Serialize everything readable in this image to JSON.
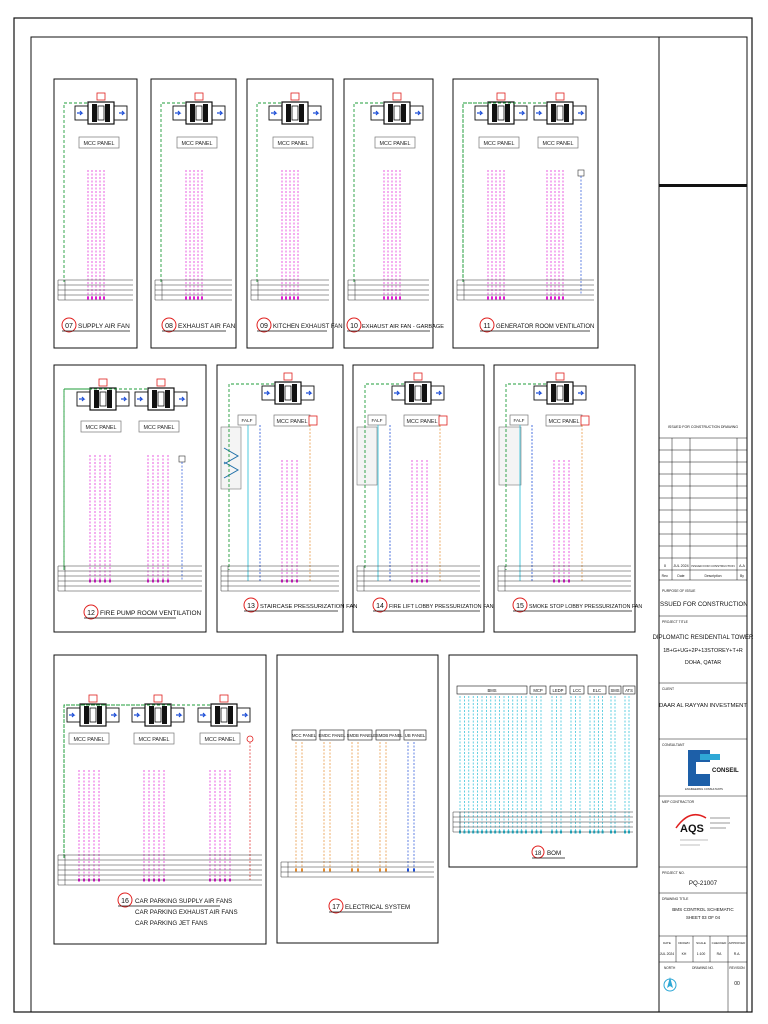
{
  "panel_label": "MCC PANEL",
  "falf_label": "FALF",
  "panels": [
    {
      "num": "07",
      "title": "SUPPLY AIR FAN",
      "fans": 1
    },
    {
      "num": "08",
      "title": "EXHAUST AIR FAN",
      "fans": 1
    },
    {
      "num": "09",
      "title": "KITCHEN EXHAUST FAN",
      "fans": 1
    },
    {
      "num": "10",
      "title": "EXHAUST AIR FAN - GARBAGE",
      "fans": 1
    },
    {
      "num": "11",
      "title": "GENERATOR ROOM VENTILATION",
      "fans": 2
    },
    {
      "num": "12",
      "title": "FIRE PUMP ROOM VENTILATION",
      "fans": 2
    },
    {
      "num": "13",
      "title": "STAIRCASE PRESSURIZATION FAN",
      "fans": 1
    },
    {
      "num": "14",
      "title": "FIRE LIFT LOBBY PRESSURIZATION FAN",
      "fans": 1
    },
    {
      "num": "15",
      "title": "SMOKE STOP LOBBY PRESSURIZATION FAN",
      "fans": 1
    },
    {
      "num": "16",
      "title": "CAR PARKING SUPPLY AIR FANS",
      "title2": "CAR PARKING EXHAUST AIR FANS",
      "title3": "CAR PARKING JET FANS",
      "fans": 3
    },
    {
      "num": "17",
      "title": "ELECTRICAL SYSTEM"
    },
    {
      "num": "18",
      "title": "BOM"
    }
  ],
  "electrical_panels": [
    "MCC PANEL",
    "EMDC PANEL",
    "SMDB PANEL",
    "ESMDB PANEL",
    "UB PANEL"
  ],
  "bom_headers": [
    "BMS",
    "MCP",
    "LEDP",
    "LCC",
    "ELC",
    "SMS",
    "ATS"
  ],
  "signal_labels": [],
  "title_block": {
    "revision_note": "ISSUED FOR CONSTRUCTION DRAWING",
    "rev_row": {
      "rev": "0",
      "date": "JUL 2024",
      "desc": "ISSUED FOR CONSTRUCTION",
      "by": "A.A"
    },
    "rev_headers": [
      "Rev.",
      "Date",
      "Description",
      "By"
    ],
    "purpose_label": "PURPOSE OF ISSUE",
    "purpose": "ISSUED FOR CONSTRUCTION",
    "project_label": "PROJECT TITLE",
    "project_line1": "DIPLOMATIC RESIDENTIAL TOWER",
    "project_line2": "1B+G+UG+2P+13STOREY+T+R",
    "project_line3": "DOHA, QATAR",
    "client_label": "CLIENT",
    "client": "DAAR AL RAYYAN INVESTMENT",
    "consultant_label": "CONSULTANT",
    "consultant_name": "CONSEIL",
    "consultant_sub": "ENGINEERING CONSULTANTS",
    "contractor_label": "MEP CONTRACTOR",
    "contractor_name": "AQS",
    "project_no_label": "PROJECT NO.",
    "project_no": "PQ-21007",
    "drawing_title_label": "DRAWING TITLE",
    "drawing_title": "BMS CONTROL SCHEMATIC",
    "sheet_ref": "SHEET 03 OF 04",
    "info_headers": [
      "DATE",
      "DRAWN",
      "SCALE",
      "CHECKED",
      "APPROVED"
    ],
    "info_values": [
      "JUL 2024",
      "KH",
      "1:100",
      "RA",
      "R.A."
    ],
    "drawing_no_label": "DRAWING NO.",
    "revision_label": "REVISION",
    "revision": "00",
    "north_label": "NORTH"
  },
  "colors": {
    "frame": "#111111",
    "green_link": "#1f9d3a",
    "magenta": "#e01bd3",
    "cyan": "#22bcd6",
    "blue": "#1e4fd8",
    "red": "#e0201f",
    "orange": "#e48a2c",
    "gray": "#808080"
  }
}
